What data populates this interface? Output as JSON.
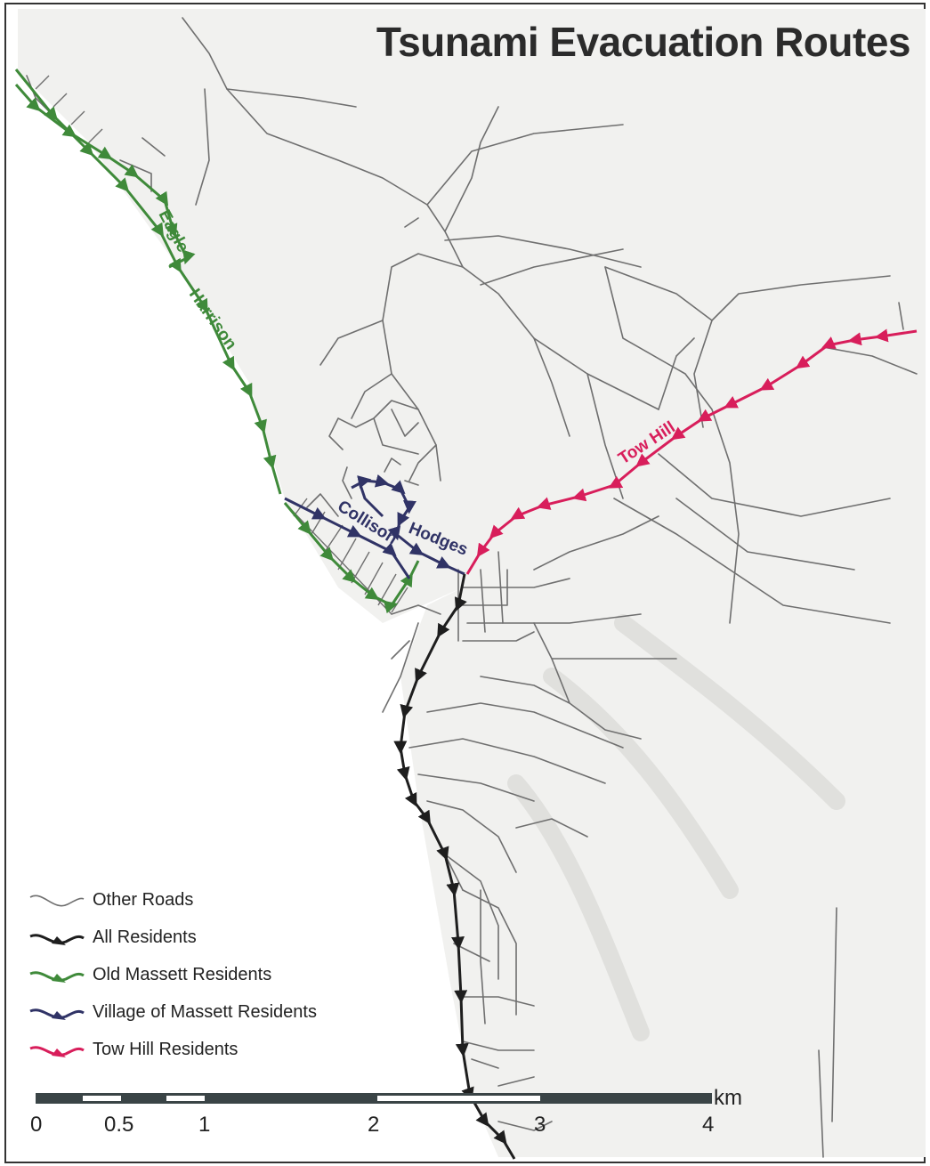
{
  "title": "Tsunami Evacuation Routes",
  "colors": {
    "other_roads": "#777777",
    "all_residents": "#1e1e1e",
    "old_massett": "#3f8a3a",
    "village_massett": "#303366",
    "tow_hill": "#d81e5b"
  },
  "road_labels": {
    "eagle": "Eagle",
    "harrison": "Harrison",
    "collison": "Collison",
    "hodges": "Hodges",
    "tow_hill": "Tow Hill"
  },
  "legend": [
    {
      "key": "other_roads",
      "label": "Other Roads"
    },
    {
      "key": "all_residents",
      "label": "All Residents"
    },
    {
      "key": "old_massett",
      "label": "Old Massett Residents"
    },
    {
      "key": "village_massett",
      "label": "Village of Massett Residents"
    },
    {
      "key": "tow_hill",
      "label": "Tow Hill Residents"
    }
  ],
  "scale": {
    "unit": "km",
    "ticks": [
      "0",
      "0.5",
      "1",
      "2",
      "3",
      "4"
    ]
  }
}
